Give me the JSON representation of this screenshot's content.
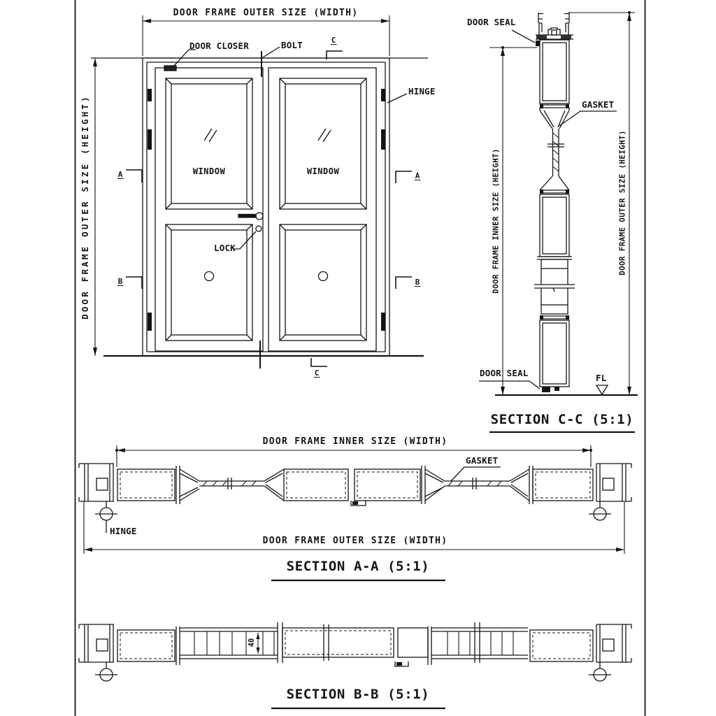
{
  "colors": {
    "ink": "#141414",
    "paper": "#ffffff"
  },
  "elevation": {
    "dim_outer_width": "DOOR FRAME OUTER SIZE (WIDTH)",
    "dim_outer_height": "DOOR FRAME OUTER SIZE (HEIGHT)",
    "door_closer": "DOOR CLOSER",
    "bolt": "BOLT",
    "hinge": "HINGE",
    "window": "WINDOW",
    "lock": "LOCK"
  },
  "markers": {
    "a": "A",
    "b": "B",
    "c": "C"
  },
  "section_cc": {
    "title": "SECTION C-C (5:1)",
    "door_seal_top": "DOOR SEAL",
    "door_seal_bottom": "DOOR SEAL",
    "gasket": "GASKET",
    "dim_inner_height": "DOOR FRAME INNER SIZE (HEIGHT)",
    "dim_outer_height": "DOOR FRAME OUTER SIZE (HEIGHT)",
    "floor_level": "FL"
  },
  "section_aa": {
    "title": "SECTION A-A (5:1)",
    "dim_inner_width": "DOOR FRAME INNER SIZE (WIDTH)",
    "dim_outer_width": "DOOR FRAME OUTER SIZE (WIDTH)",
    "gasket": "GASKET",
    "hinge": "HINGE"
  },
  "section_bb": {
    "title": "SECTION B-B (5:1)",
    "rail_width": "40"
  }
}
